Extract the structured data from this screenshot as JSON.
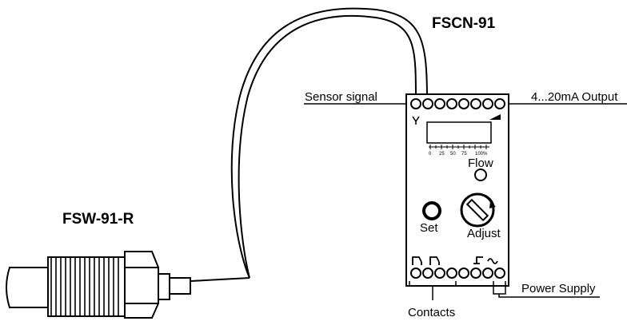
{
  "controller": {
    "name": "FSCN-91"
  },
  "sensor": {
    "name": "FSW-91-R"
  },
  "labels": {
    "sensor_signal": "Sensor signal",
    "output": "4...20mA Output",
    "power_supply": "Power Supply",
    "contacts": "Contacts",
    "flow": "Flow",
    "set": "Set",
    "adjust": "Adjust"
  },
  "scale_ticks": [
    "0",
    "25",
    "50",
    "75",
    "100%"
  ]
}
